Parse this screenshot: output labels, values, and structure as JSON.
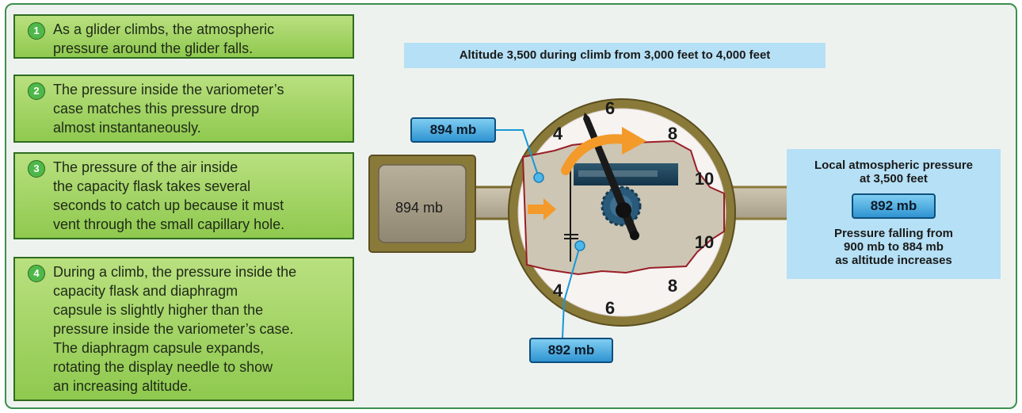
{
  "steps": [
    {
      "number": "1",
      "text": "As a glider climbs, the atmospheric\npressure around the glider falls."
    },
    {
      "number": "2",
      "text": "The pressure inside the variometer’s\ncase matches this pressure drop\nalmost instantaneously."
    },
    {
      "number": "3",
      "text": "The pressure of the air inside\nthe capacity flask takes several\nseconds to catch up because it must\nvent through the small capillary hole."
    },
    {
      "number": "4",
      "text": "During a climb, the pressure inside the\ncapacity flask and diaphragm\ncapsule is slightly higher than the\npressure inside the variometer’s case.\nThe diaphragm capsule expands,\nrotating the display needle to show\nan increasing altitude."
    }
  ],
  "caption": "Altitude 3,500 during climb from 3,000 feet to 4,000 feet",
  "flask_label": "894 mb",
  "callout_case": "894 mb",
  "callout_capsule": "892 mb",
  "dial": {
    "upper": [
      "4",
      "6",
      "8",
      "10"
    ],
    "lower": [
      "4",
      "6",
      "8",
      "10"
    ]
  },
  "local_pressure": {
    "title": "Local atmospheric pressure\nat 3,500 feet",
    "value": "892 mb",
    "note": "Pressure falling from\n900 mb to 884 mb\nas altitude increases"
  },
  "colors": {
    "step_fill": "#9fd35f",
    "info_fill": "#b5e0f5",
    "badge_fill": "#3aa0dc",
    "arrow": "#f39a2a"
  }
}
